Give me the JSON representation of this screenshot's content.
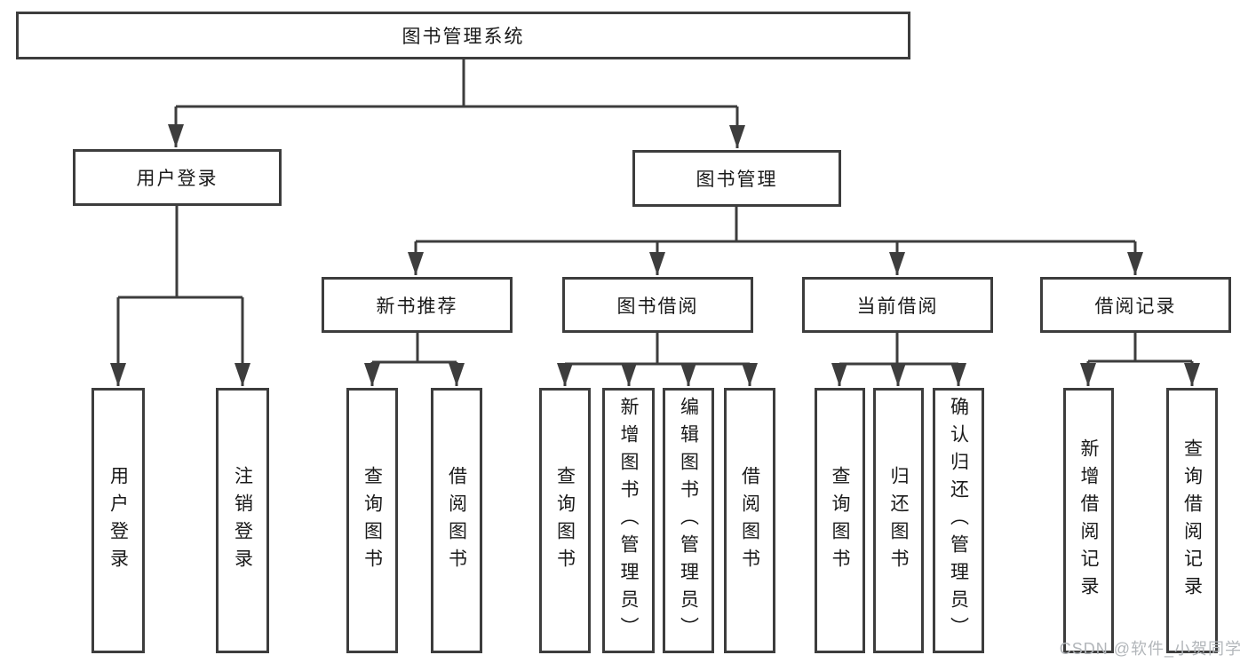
{
  "diagram": {
    "title": "图书管理系统",
    "root": {
      "label": "图书管理系统"
    },
    "level2": [
      {
        "label": "用户登录"
      },
      {
        "label": "图书管理"
      }
    ],
    "level3": [
      {
        "label": "新书推荐",
        "parent": "图书管理"
      },
      {
        "label": "图书借阅",
        "parent": "图书管理"
      },
      {
        "label": "当前借阅",
        "parent": "图书管理"
      },
      {
        "label": "借阅记录",
        "parent": "图书管理"
      }
    ],
    "leaves": [
      {
        "label": "用户登录",
        "parent": "用户登录"
      },
      {
        "label": "注销登录",
        "parent": "用户登录"
      },
      {
        "label": "查询图书",
        "parent": "新书推荐"
      },
      {
        "label": "借阅图书",
        "parent": "新书推荐"
      },
      {
        "label": "查询图书",
        "parent": "图书借阅"
      },
      {
        "label": "新增图书（管理员）",
        "parent": "图书借阅"
      },
      {
        "label": "编辑图书（管理员）",
        "parent": "图书借阅"
      },
      {
        "label": "借阅图书",
        "parent": "图书借阅"
      },
      {
        "label": "查询图书",
        "parent": "当前借阅"
      },
      {
        "label": "归还图书",
        "parent": "当前借阅"
      },
      {
        "label": "确认归还（管理员）",
        "parent": "当前借阅"
      },
      {
        "label": "新增借阅记录",
        "parent": "借阅记录"
      },
      {
        "label": "查询借阅记录",
        "parent": "借阅记录"
      }
    ]
  },
  "watermark": "CSDN @软件_小贺同学",
  "colors": {
    "line": "#3d3d3d",
    "text": "#1a1a1a",
    "watermark": "#b2b6ba",
    "background": "#ffffff"
  }
}
